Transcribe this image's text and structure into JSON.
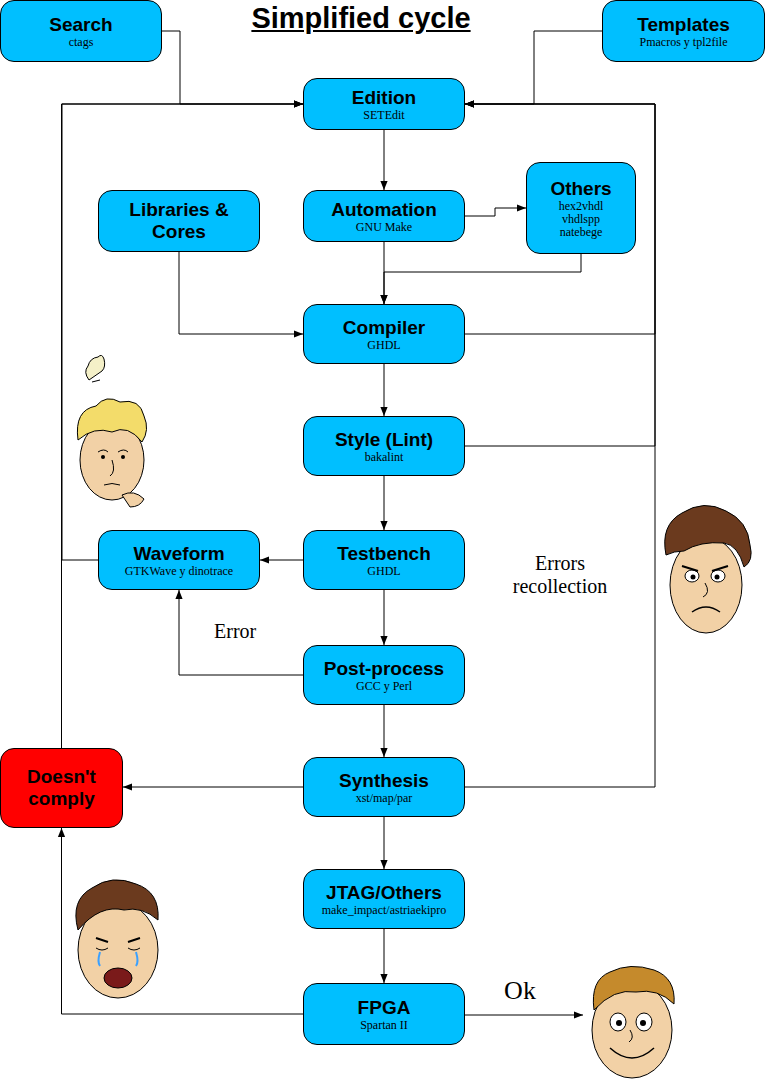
{
  "diagram": {
    "title": "Simplified cycle",
    "nodes": [
      {
        "text": [
          "Search",
          "ctags"
        ]
      },
      {
        "text": [
          "Templates",
          "Pmacros y tpl2file"
        ]
      },
      {
        "text": [
          "Edition",
          "SETEdit"
        ]
      },
      {
        "text": [
          "Automation",
          "GNU Make"
        ]
      },
      {
        "text": [
          "Others",
          "hex2vhdl vhdlspp natebege"
        ]
      },
      {
        "text": [
          "Libraries & Cores"
        ]
      },
      {
        "text": [
          "Compiler",
          "GHDL"
        ]
      },
      {
        "text": [
          "Style (Lint)",
          "bakalint"
        ]
      },
      {
        "text": [
          "Waveform",
          "GTKWave y dinotrace"
        ]
      },
      {
        "text": [
          "Testbench",
          "GHDL"
        ]
      },
      {
        "text": [
          "Post-process",
          "GCC y Perl"
        ]
      },
      {
        "text": [
          "Doesn't comply"
        ]
      },
      {
        "text": [
          "Synthesis",
          "xst/map/par"
        ]
      },
      {
        "text": [
          "JTAG/Others",
          "make_impact/astriaekipro"
        ]
      },
      {
        "text": [
          "FPGA",
          "Spartan II"
        ]
      }
    ],
    "edges": [
      {
        "from": 0,
        "to": 2,
        "arrow": "to"
      },
      {
        "from": 1,
        "to": 2,
        "arrow": "to"
      },
      {
        "from": 2,
        "to": 3,
        "arrow": "to"
      },
      {
        "from": 3,
        "to": 4,
        "arrow": "to"
      },
      {
        "from": 4,
        "to": 6,
        "arrow": "to"
      },
      {
        "from": 3,
        "to": 6,
        "arrow": "to"
      },
      {
        "from": 5,
        "to": 6,
        "arrow": "to"
      },
      {
        "from": 6,
        "to": 2,
        "arrow": "to"
      },
      {
        "from": 6,
        "to": 7,
        "arrow": "to"
      },
      {
        "from": 7,
        "to": 2,
        "arrow": "to"
      },
      {
        "from": 7,
        "to": 9,
        "arrow": "to"
      },
      {
        "from": 9,
        "to": 8,
        "arrow": "to"
      },
      {
        "from": 9,
        "to": 10,
        "arrow": "to"
      },
      {
        "from": 10,
        "to": 8,
        "label": "Error",
        "arrow": "to"
      },
      {
        "from": 8,
        "to": 2,
        "arrow": "to"
      },
      {
        "from": 10,
        "to": 12,
        "arrow": "to"
      },
      {
        "from": 12,
        "to": 2,
        "arrow": "to"
      },
      {
        "from": 12,
        "to": 11,
        "arrow": "to"
      },
      {
        "from": 11,
        "to": 2,
        "arrow": "to"
      },
      {
        "from": 12,
        "to": 13,
        "arrow": "to"
      },
      {
        "from": 13,
        "to": 14,
        "arrow": "to"
      },
      {
        "from": 14,
        "to": 11,
        "arrow": "to"
      }
    ],
    "labels": [
      "Errors recollection",
      "Ok"
    ]
  }
}
